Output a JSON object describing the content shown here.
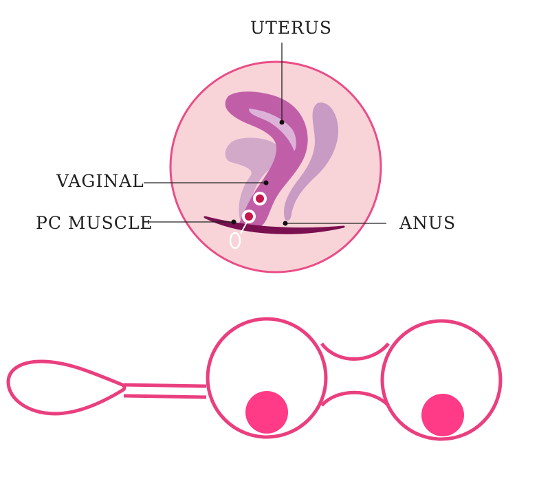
{
  "labels": {
    "uterus": "UTERUS",
    "vaginal": "VAGINAL",
    "pc_muscle": "PC MUSCLE",
    "anus": "ANUS"
  },
  "icons": {
    "anatomy": "pelvic-cross-section-icon",
    "product": "kegel-balls-outline-icon"
  },
  "colors": {
    "circle_fill": "#f8d4d9",
    "circle_stroke": "#ea4d86",
    "organ_purple": "#c05fa8",
    "organ_light": "#b492c3",
    "muscle": "#7a1050",
    "ball_fill": "#ff3a86",
    "outline": "#ea3f7f",
    "leader_line": "#222222"
  }
}
